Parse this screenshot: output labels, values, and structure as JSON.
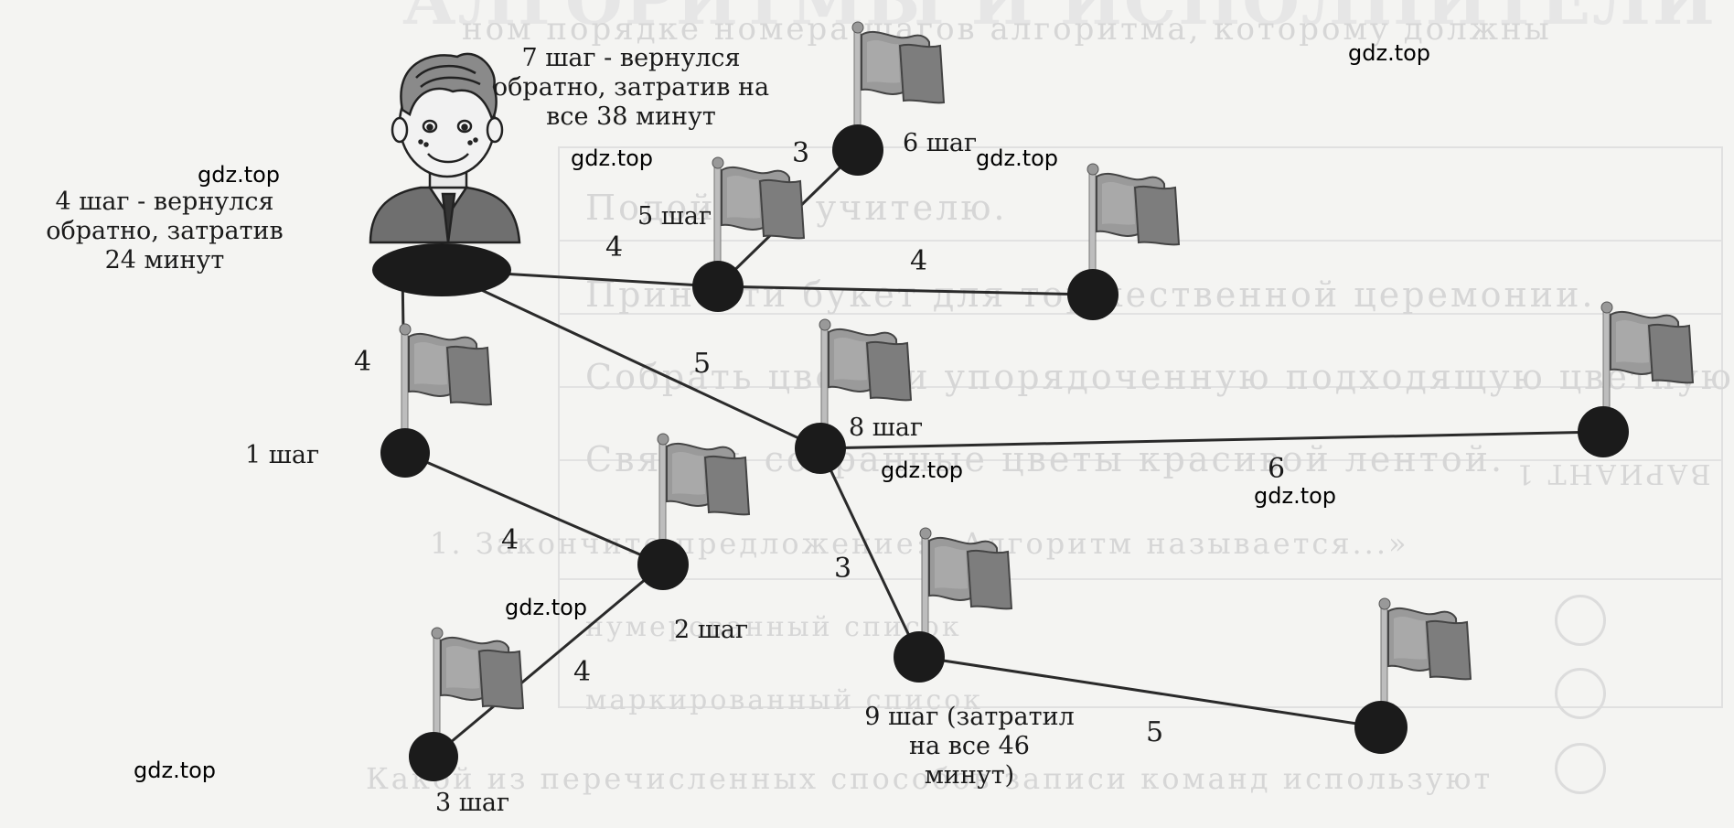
{
  "background": {
    "title": "АЛГОРИТМЫ И ИСПОЛНИТЕЛИ",
    "lines": [
      "ном порядке номера шагов алгоритма, которому должны",
      "Подойти к учителю.",
      "Принести букет для торжественной церемонии.",
      "Собрать цветы и упорядоченную подходящую цветную",
      "Связать собранные цветы красивой лентой.",
      "1. Закончите предложение: «Алгоритм называется...»",
      "нумерованный список",
      "маркированный список",
      "Какой из перечисленных способов записи команд используют"
    ],
    "variant": "ВАРИАНТ 1"
  },
  "edges": [
    {
      "label": "4"
    },
    {
      "label": "4"
    },
    {
      "label": "4"
    },
    {
      "label": "4"
    },
    {
      "label": "4"
    },
    {
      "label": "3"
    },
    {
      "label": "5"
    },
    {
      "label": "6"
    },
    {
      "label": "3"
    },
    {
      "label": "5"
    }
  ],
  "steps": {
    "s1": "1 шаг",
    "s2": "2 шаг",
    "s3": "3 шаг",
    "s4": [
      "4 шаг - вернулся",
      "обратно, затратив",
      "24 минут"
    ],
    "s5": "5 шаг",
    "s6": "6 шаг",
    "s7": [
      "7 шаг - вернулся",
      "обратно, затратив на",
      "все 38 минут"
    ],
    "s8": "8 шаг",
    "s9": [
      "9 шаг (затратил",
      "на все 46",
      "минут)"
    ]
  },
  "watermark": "gdz.top",
  "colors": {
    "node": "#1b1b1b",
    "edge": "#2a2a2a",
    "flag": "#8e8e8e",
    "pole": "#b8b8b8"
  }
}
